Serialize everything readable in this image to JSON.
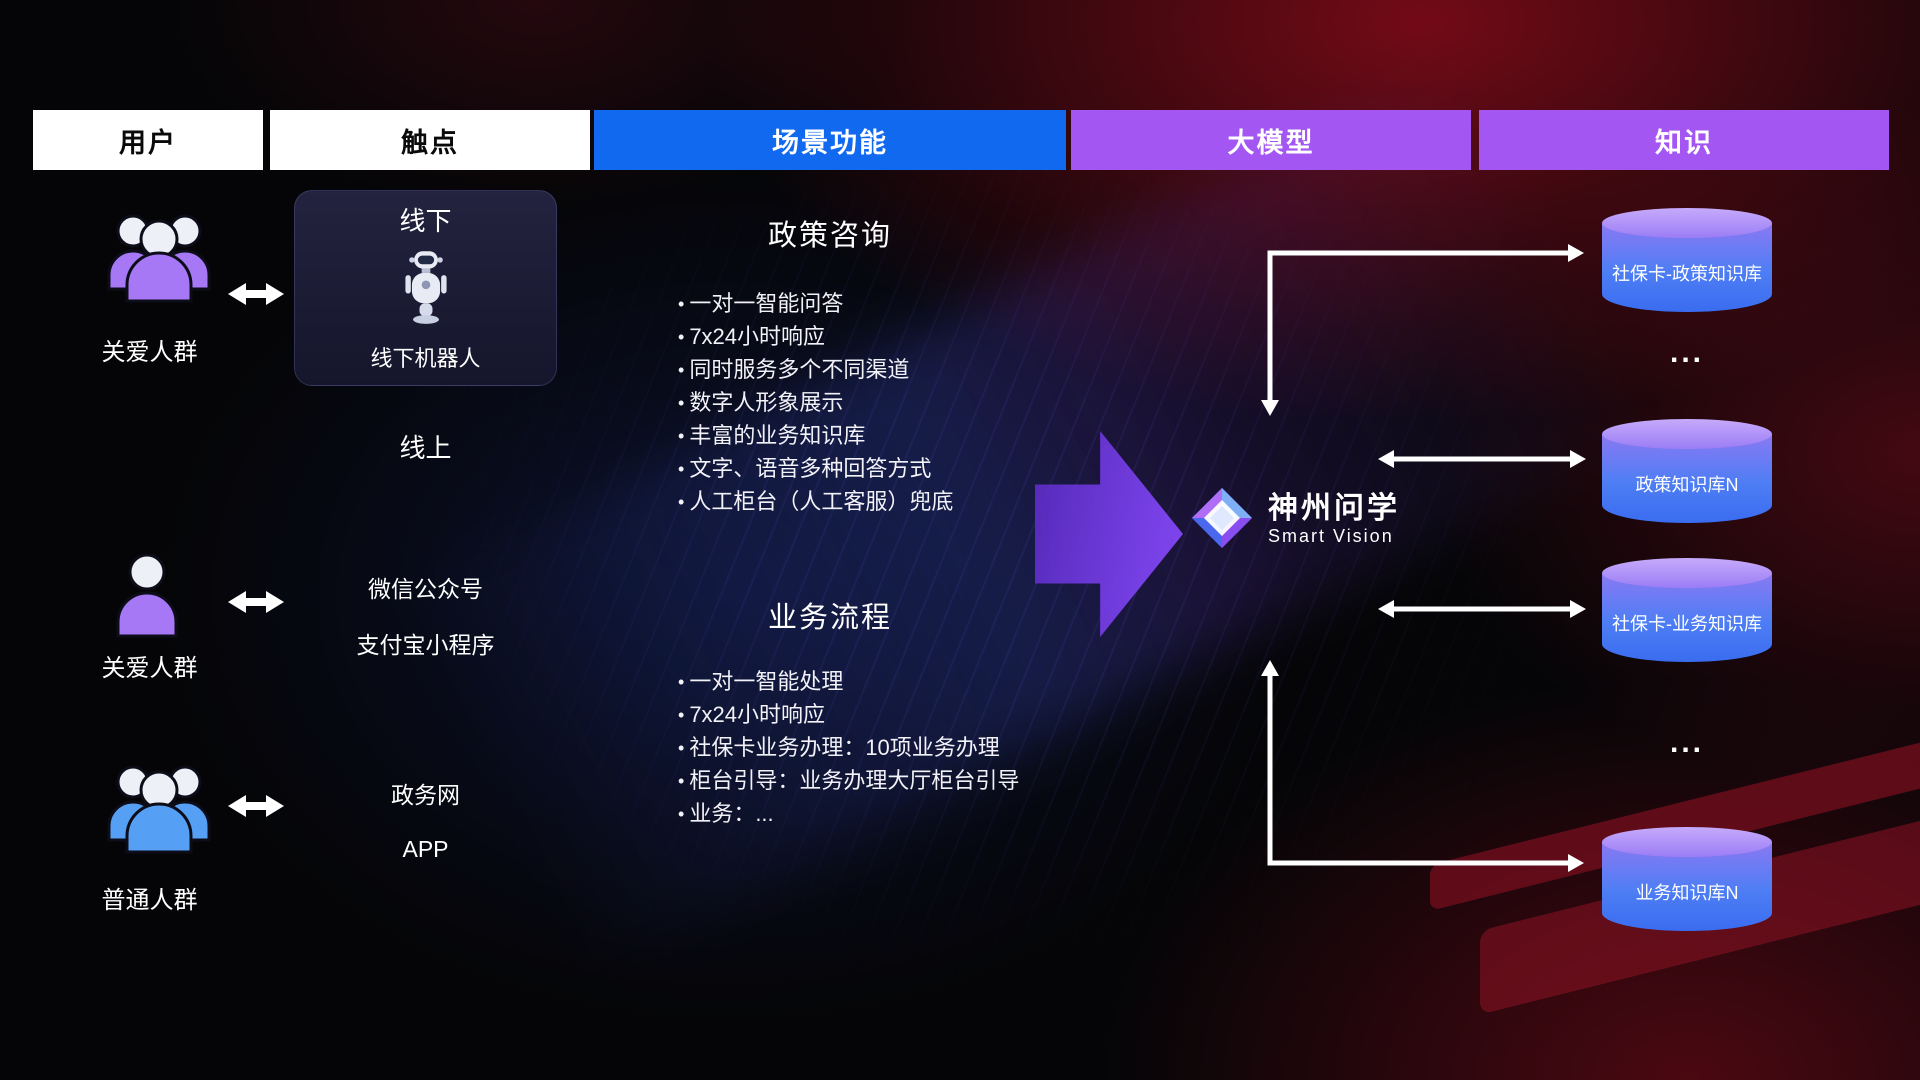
{
  "header": {
    "columns": [
      {
        "id": "users",
        "label": "用户",
        "bg": "#ffffff",
        "text_color": "#0a0a0a"
      },
      {
        "id": "touchpoints",
        "label": "触点",
        "bg": "#ffffff",
        "text_color": "#0a0a0a"
      },
      {
        "id": "scenarios",
        "label": "场景功能",
        "bg": "#1169f0",
        "text_color": "#ffffff"
      },
      {
        "id": "model",
        "label": "大模型",
        "bg": "#a356f2",
        "text_color": "#ffffff"
      },
      {
        "id": "knowledge",
        "label": "知识",
        "bg": "#a356f2",
        "text_color": "#ffffff"
      }
    ]
  },
  "users": {
    "groups": [
      {
        "label": "关爱人群",
        "icon": "people-group-icon",
        "color": "#a678f6"
      },
      {
        "label": "关爱人群",
        "icon": "person-icon",
        "color": "#a678f6"
      },
      {
        "label": "普通人群",
        "icon": "people-group-icon",
        "color": "#55a0f5"
      }
    ]
  },
  "touchpoints": {
    "offline_card": {
      "title": "线下",
      "robot_icon": "robot-icon",
      "label": "线下机器人"
    },
    "online_title": "线上",
    "online_channels": [
      "微信公众号",
      "支付宝小程序"
    ],
    "portal_channels": [
      "政务网",
      "APP"
    ]
  },
  "scenarios": [
    {
      "title": "政策咨询",
      "items": [
        "一对一智能问答",
        "7x24小时响应",
        "同时服务多个不同渠道",
        "数字人形象展示",
        "丰富的业务知识库",
        "文字、语音多种回答方式",
        "人工柜台（人工客服）兜底"
      ]
    },
    {
      "title": "业务流程",
      "items": [
        "一对一智能处理",
        "7x24小时响应",
        "社保卡业务办理：10项业务办理",
        "柜台引导：业务办理大厅柜台引导",
        "业务：..."
      ]
    }
  ],
  "model": {
    "logo_icon": "gem-diamond-icon",
    "name": "神州问学",
    "subtitle": "Smart Vision"
  },
  "knowledge": {
    "databases": [
      {
        "label": "社保卡-政策知识库"
      },
      {
        "label": "政策知识库N"
      },
      {
        "label": "社保卡-业务知识库"
      },
      {
        "label": "业务知识库N"
      }
    ],
    "ellipsis": "..."
  },
  "colors": {
    "scenario_header_bg": "#1169f0",
    "model_header_bg": "#a356f2",
    "db_top": "#b9a0f7",
    "db_body_top": "#8678f0",
    "db_body_bottom": "#3a6cf0",
    "arrow_purple": "#7b3df2",
    "accent_red": "#8b1020"
  }
}
